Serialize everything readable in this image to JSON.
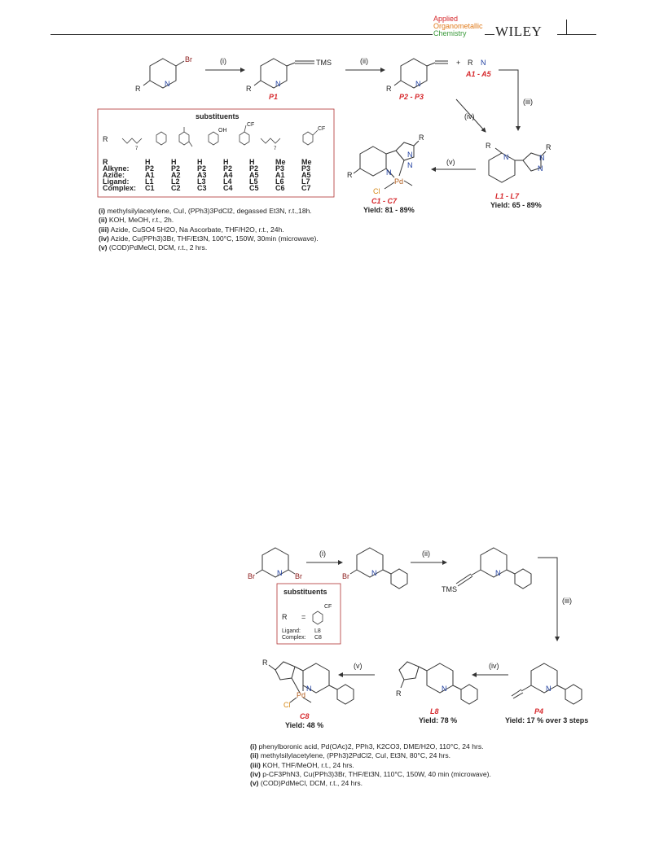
{
  "header": {
    "journal_line1": "Applied",
    "journal_line2": "Organometallic",
    "journal_line3": "Chemistry",
    "publisher": "WILEY",
    "colors": {
      "a": "#d6282c",
      "o": "#e07a1a",
      "c": "#3a9a3a"
    }
  },
  "scheme1": {
    "steps": [
      "(i)",
      "(ii)",
      "(iii)",
      "(iv)",
      "(v)"
    ],
    "compounds": {
      "p1": "P1",
      "p23": "P2 - P3",
      "a15": "A1 - A5",
      "l17": "L1 - L7",
      "c17": "C1 - C7"
    },
    "atoms": {
      "br": "Br",
      "n": "N",
      "tms": "TMS",
      "r1": "R",
      "r2": "R",
      "n3": "N",
      "pd": "Pd",
      "cl": "Cl",
      "plus": "+"
    },
    "yield_l": "Yield: 65 - 89%",
    "yield_c": "Yield: 81 - 89%",
    "substituents_title": "substituents",
    "table_labels": [
      "R",
      "Alkyne:",
      "Azide:",
      "Ligand:",
      "Complex:"
    ],
    "table_cols": [
      [
        "H",
        "P2",
        "A1",
        "L1",
        "C1"
      ],
      [
        "H",
        "P2",
        "A2",
        "L2",
        "C2"
      ],
      [
        "H",
        "P2",
        "A3",
        "L3",
        "C3"
      ],
      [
        "H",
        "P2",
        "A4",
        "L4",
        "C4"
      ],
      [
        "H",
        "P2",
        "A5",
        "L5",
        "C5"
      ],
      [
        "Me",
        "P3",
        "A1",
        "L6",
        "C6"
      ],
      [
        "Me",
        "P3",
        "A5",
        "L7",
        "C7"
      ]
    ],
    "r2_label": "R",
    "oh": "OH",
    "cf3": "CF",
    "seven": "7",
    "conditions": [
      {
        "k": "(i)",
        "t": " methylsilylacetylene, CuI, (PPh3)3PdCl2, degassed Et3N, r.t.,18h."
      },
      {
        "k": "(ii)",
        "t": " KOH, MeOH, r.t., 2h."
      },
      {
        "k": "(iii)",
        "t": " Azide, CuSO4 5H2O, Na Ascorbate, THF/H2O, r.t., 24h."
      },
      {
        "k": "(iv)",
        "t": " Azide, Cu(PPh3)3Br, THF/Et3N, 100°C, 150W, 30min (microwave)."
      },
      {
        "k": "(v)",
        "t": " (COD)PdMeCl, DCM, r.t., 2 hrs."
      }
    ]
  },
  "scheme2": {
    "steps": [
      "(i)",
      "(ii)",
      "(iii)",
      "(iv)",
      "(v)"
    ],
    "compounds": {
      "p4": "P4",
      "l8": "L8",
      "c8": "C8"
    },
    "atoms": {
      "br": "Br",
      "n": "N",
      "tms": "TMS",
      "r": "R",
      "pd": "Pd",
      "cl": "Cl"
    },
    "yield_p4": "Yield: 17 % over 3 steps",
    "yield_l8": "Yield: 78 %",
    "yield_c8": "Yield: 48 %",
    "substituents_title": "substituents",
    "r_label": "R",
    "eq": "=",
    "cf3": "CF",
    "ligand_label": "Ligand:",
    "ligand_val": "L8",
    "complex_label": "Complex:",
    "complex_val": "C8",
    "conditions": [
      {
        "k": "(i)",
        "t": " phenylboronic acid, Pd(OAc)2, PPh3, K2CO3, DME/H2O, 110°C, 24 hrs."
      },
      {
        "k": "(ii)",
        "t": " methylsilylacetylene, (PPh3)2PdCl2, CuI, Et3N, 80°C, 24 hrs."
      },
      {
        "k": "(iii)",
        "t": " KOH, THF/MeOH, r.t., 24 hrs."
      },
      {
        "k": "(iv)",
        "t": " p-CF3PhN3, Cu(PPh3)3Br, THF/Et3N, 110°C, 150W, 40 min (microwave)."
      },
      {
        "k": "(v)",
        "t": " (COD)PdMeCl, DCM, r.t., 24 hrs."
      }
    ]
  }
}
